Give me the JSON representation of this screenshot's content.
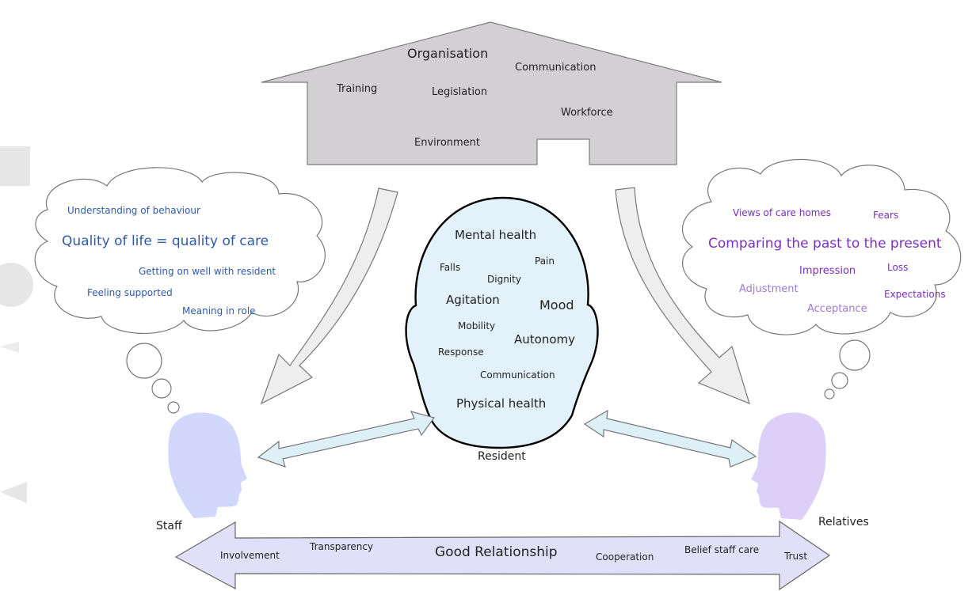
{
  "colors": {
    "house_fill": "#d3d0d3",
    "head_fill": "#e3f2fa",
    "arrow_fill": "#eeeeee",
    "connector_fill": "#ddf0f8",
    "staff_head": "#d2d8fb",
    "relatives_head": "#ddd0f8",
    "relationship_arrow": "#e2e0f8",
    "staff_text": "#2f5aa8",
    "relatives_text": "#7a2fc2"
  },
  "organisation": {
    "title": "Organisation",
    "items": [
      "Communication",
      "Training",
      "Legislation",
      "Workforce",
      "Environment"
    ]
  },
  "staff_thought": {
    "headline": "Quality of life = quality of care",
    "items": [
      "Understanding of behaviour",
      "Getting on well with resident",
      "Feeling supported",
      "Meaning in role"
    ]
  },
  "relatives_thought": {
    "headline": "Comparing the past to the present",
    "items": [
      "Views of care homes",
      "Fears",
      "Impression",
      "Loss",
      "Adjustment",
      "Acceptance",
      "Expectations"
    ]
  },
  "resident": {
    "label": "Resident",
    "items": [
      "Mental health",
      "Falls",
      "Pain",
      "Dignity",
      "Agitation",
      "Mood",
      "Mobility",
      "Autonomy",
      "Response",
      "Communication",
      "Physical health"
    ]
  },
  "people": {
    "staff": "Staff",
    "relatives": "Relatives"
  },
  "relationship": {
    "headline": "Good Relationship",
    "items": [
      "Involvement",
      "Transparency",
      "Cooperation",
      "Belief staff care",
      "Trust"
    ]
  },
  "side_marks": [
    "square-mark",
    "circle-mark",
    "triangle-mark"
  ]
}
